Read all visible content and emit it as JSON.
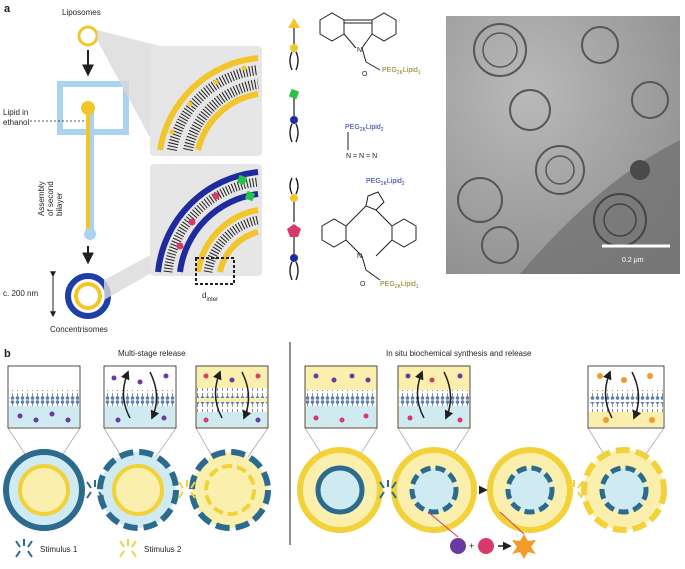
{
  "panel_a": {
    "label": "a",
    "liposomes": "Liposomes",
    "lipid_in": "Lipid in",
    "ethanol": "ethanol",
    "assembly_1": "Assembly",
    "assembly_2": "of second",
    "assembly_3": "bilayer",
    "size": "c. 200 nm",
    "concentrisomes": "Concentrisomes",
    "d_main": "d",
    "d_sub": "inter",
    "peg1_a": "PEG",
    "peg1_b": "2K",
    "peg1_c": "Lipid",
    "peg1_d": "1",
    "peg2_a": "PEG",
    "peg2_b": "2K",
    "peg2_c": "Lipid",
    "peg2_d": "2",
    "scale": "0.2 μm"
  },
  "panel_b": {
    "label": "b",
    "left_title": "Multi-stage release",
    "right_title": "In situ biochemical synthesis and release",
    "stimulus1": "Stimulus 1",
    "stimulus2": "Stimulus 2"
  },
  "colors": {
    "yellow": "#f2d23a",
    "pale_yellow": "#fbefae",
    "blue_dark": "#2c6a8e",
    "teal_light": "#cfeaf0",
    "membrane_blue": "#1f2a9e",
    "purple": "#6a3aa0",
    "pink": "#d63a6a",
    "orange": "#f29a2a",
    "green": "#27c24a"
  }
}
